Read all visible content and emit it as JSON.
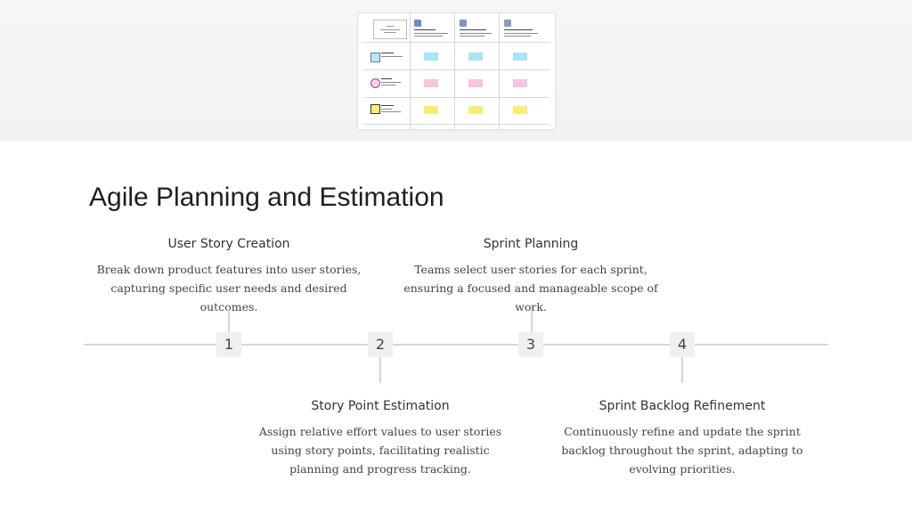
{
  "title": "Agile Planning and Estimation",
  "steps": [
    {
      "number": "1",
      "title": "User Story Creation",
      "description": "Break down product features into user stories, capturing specific user needs and desired outcomes."
    },
    {
      "number": "2",
      "title": "Story Point Estimation",
      "description": "Assign relative effort values to user stories using story points, facilitating realistic planning and progress tracking."
    },
    {
      "number": "3",
      "title": "Sprint Planning",
      "description": "Teams select user stories for each sprint, ensuring a focused and manageable scope of work."
    },
    {
      "number": "4",
      "title": "Sprint Backlog Refinement",
      "description": "Continuously refine and update the sprint backlog throughout the sprint, adapting to evolving priorities."
    }
  ],
  "colors": {
    "sticky_row_1": "#a7e5f5",
    "sticky_row_2": "#f7c3df",
    "sticky_row_3": "#f6ee72",
    "timeline": "#d6d6d6",
    "number_box": "#f0f0f0"
  }
}
